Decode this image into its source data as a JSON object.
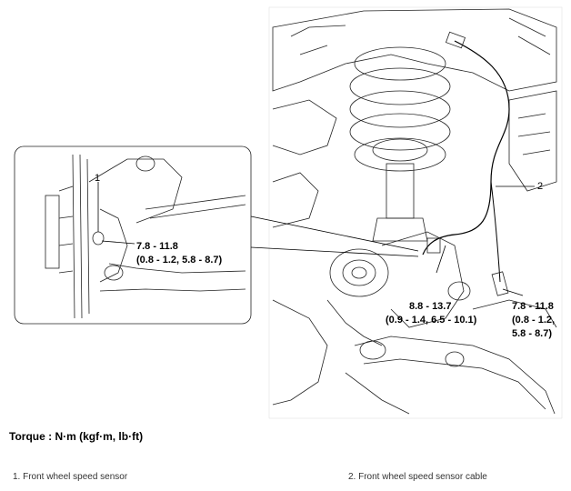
{
  "callouts": {
    "part1": "1",
    "part2": "2",
    "inset_torque_line1": "7.8 - 11.8",
    "inset_torque_line2": "(0.8 - 1.2, 5.8 - 8.7)",
    "center_torque_line1": "8.8 - 13.7",
    "center_torque_line2": "(0.9 - 1.4, 6.5 - 10.1)",
    "right_torque_line1": "7.8 - 11.8",
    "right_torque_line2": "(0.8 - 1.2,",
    "right_torque_line3": "5.8 - 8.7)"
  },
  "torque_unit": "Torque : N·m (kgf·m, lb·ft)",
  "legend": {
    "item1": "1. Front wheel speed sensor",
    "item2": "2. Front wheel speed sensor cable"
  }
}
